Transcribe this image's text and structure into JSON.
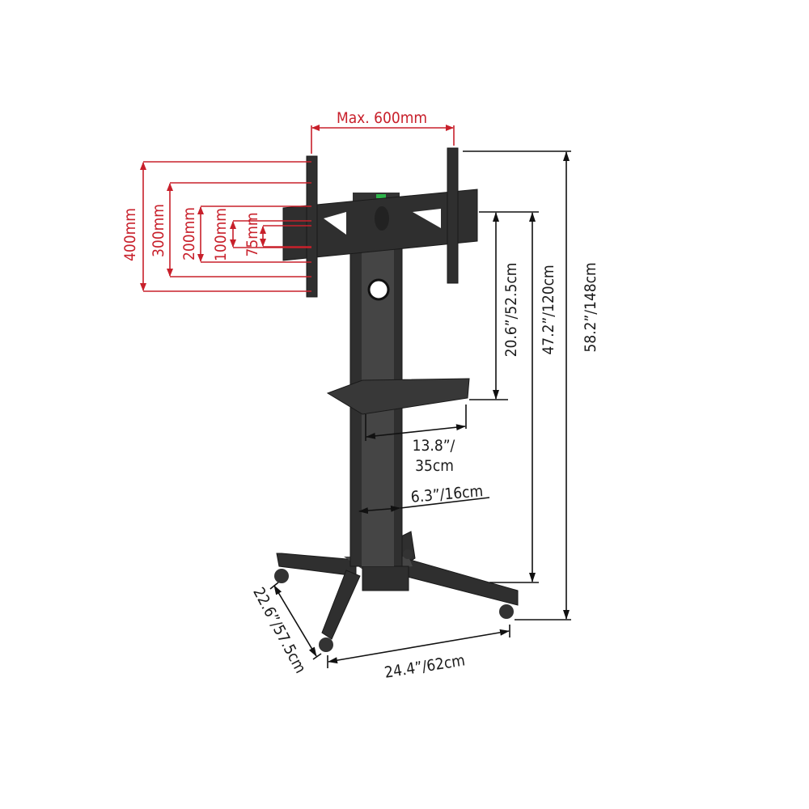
{
  "vesa": {
    "max_width": "Max. 600mm",
    "heights": [
      "400mm",
      "300mm",
      "200mm",
      "100mm",
      "75mm"
    ]
  },
  "dimensions": {
    "total_height": "58.2”/148cm",
    "mount_height": "47.2”/120cm",
    "shelf_to_mount": "20.6”/52.5cm",
    "shelf_width_line1": "13.8”/",
    "shelf_width_line2": "35cm",
    "column_width": "6.3”/16cm",
    "base_width": "24.4”/62cm",
    "base_depth": "22.6”/57.5cm"
  },
  "colors": {
    "vesa_annotation": "#c8202b",
    "dimension_annotation": "#111111",
    "stand": "#2f2f2f"
  }
}
